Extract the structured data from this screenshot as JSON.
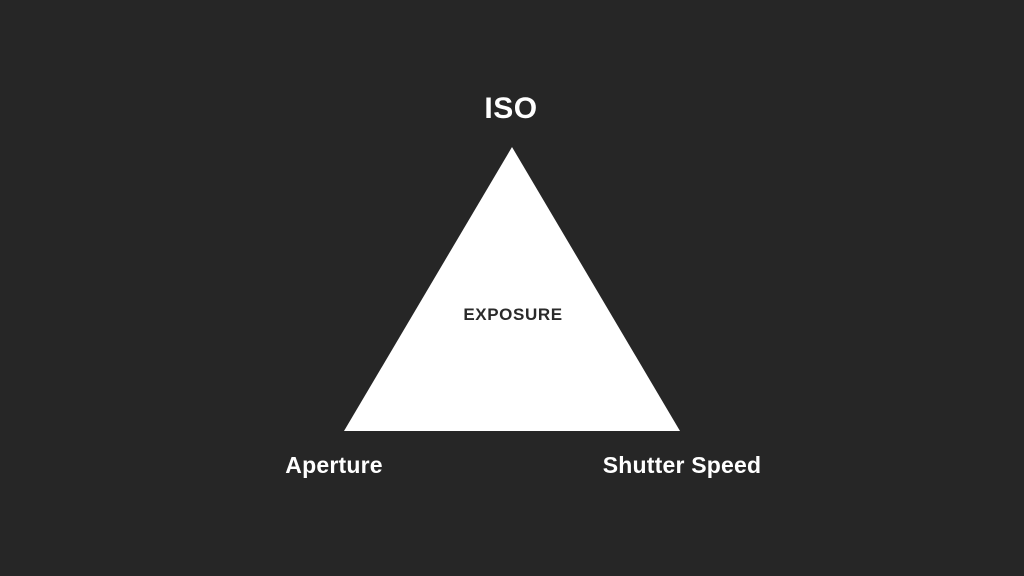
{
  "diagram": {
    "top_label": "ISO",
    "left_label": "Aperture",
    "right_label": "Shutter Speed",
    "center_label": "EXPOSURE"
  },
  "colors": {
    "background": "#262626",
    "triangle_fill": "#ffffff",
    "label_text": "#ffffff",
    "center_text": "#2a2a2a"
  }
}
